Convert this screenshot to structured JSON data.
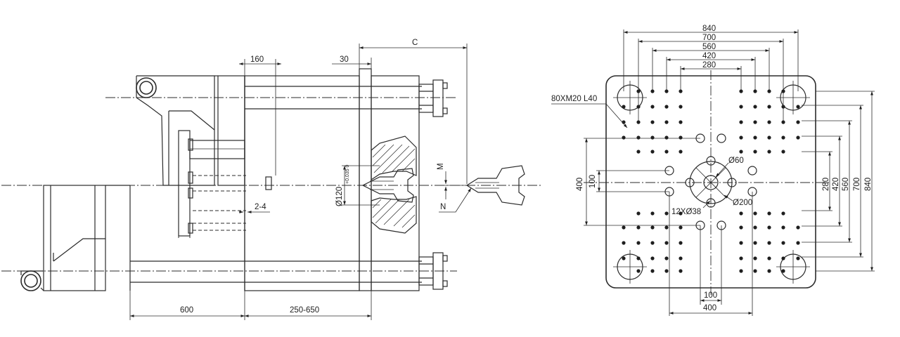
{
  "side_view": {
    "dims": {
      "stroke_gap": "160",
      "platen_thickness": "30",
      "distance_c": "C",
      "nozzle_bore": "Ø120",
      "tolerance": "+0.035 0",
      "clearance": "2-4",
      "stroke_m": "M",
      "nozzle_n": "N",
      "base_600": "600",
      "daylight_range": "250-650"
    }
  },
  "platen_view": {
    "dims": {
      "w840": "840",
      "w700": "700",
      "w560": "560",
      "w420": "420",
      "w280": "280",
      "thread": "80XM20 L40",
      "d60": "Ø60",
      "d200": "Ø200",
      "holes": "12XØ38",
      "v400": "400",
      "v100": "100",
      "r280": "280",
      "r420": "420",
      "r560": "560",
      "r700": "700",
      "r840": "840",
      "b100": "100",
      "b400": "400"
    }
  }
}
